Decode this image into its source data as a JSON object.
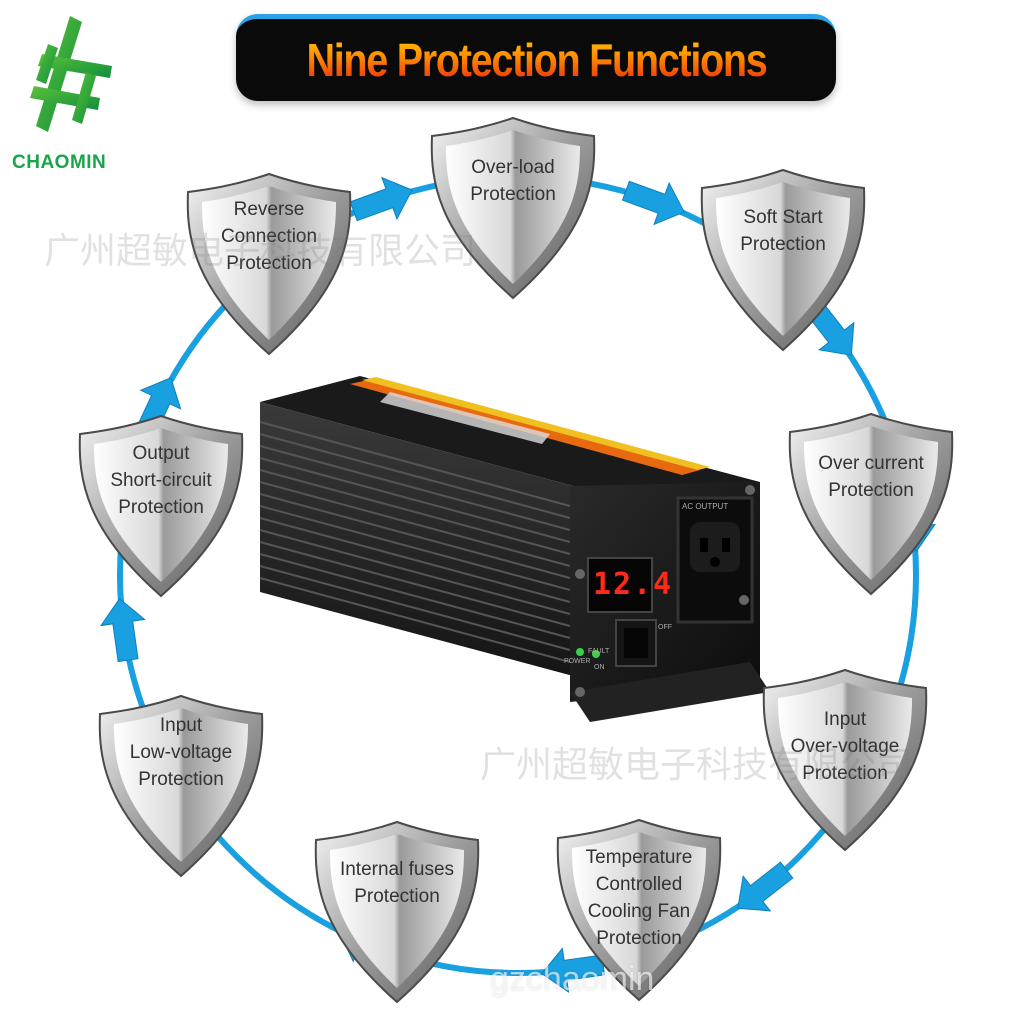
{
  "title": "Nine Protection Functions",
  "logo": {
    "text": "CHAOMIN",
    "color": "#1ba44a"
  },
  "watermark": {
    "cn": "广州超敏电子科技有限公司",
    "url": "gzchaomin"
  },
  "device": {
    "display": "12.4",
    "labels": [
      "AC OUTPUT",
      "POWER",
      "FAULT",
      "ON",
      "OFF"
    ]
  },
  "colors": {
    "ring": "#19a0e0",
    "title_top": "#ffd200",
    "title_bottom": "#e81e10"
  },
  "protections": [
    {
      "label": "Over-load\nProtection"
    },
    {
      "label": "Soft Start\nProtection"
    },
    {
      "label": "Over current\nProtection"
    },
    {
      "label": "Input\nOver-voltage\nProtection"
    },
    {
      "label": "Temperature\nControlled\nCooling Fan\nProtection"
    },
    {
      "label": "Internal fuses\nProtection"
    },
    {
      "label": "Input\nLow-voltage\nProtection"
    },
    {
      "label": "Output\nShort-circuit\nProtection"
    },
    {
      "label": "Reverse\nConnection\nProtection"
    }
  ]
}
